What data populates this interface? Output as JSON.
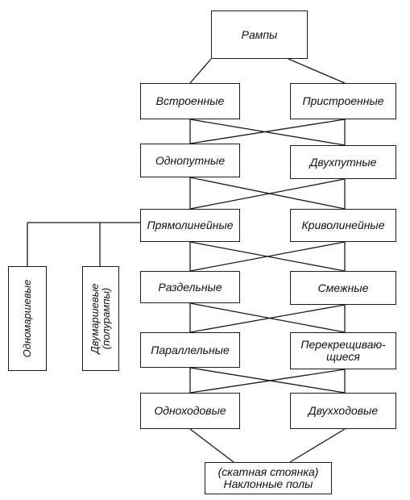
{
  "diagram": {
    "root": {
      "label": "Рампы"
    },
    "rows": [
      {
        "left": "Встроенные",
        "right": "Пристроенные"
      },
      {
        "left": "Однопутные",
        "right": "Двухпутные"
      },
      {
        "left": "Прямолинейные",
        "right": "Криволинейные"
      },
      {
        "left": "Раздельные",
        "right": "Смежные"
      },
      {
        "left": "Параллельные",
        "right_line1": "Перекрещиваю-",
        "right_line2": "щиеся"
      },
      {
        "left": "Одноходовые",
        "right": "Двухходовые"
      }
    ],
    "bottom": {
      "line1": "(скатная стоянка)",
      "line2": "Наклонные полы"
    },
    "branches": {
      "single_march": "Одномаршевые",
      "double_march_line1": "Двумаршевые",
      "double_march_line2": "(полурампы)"
    }
  }
}
